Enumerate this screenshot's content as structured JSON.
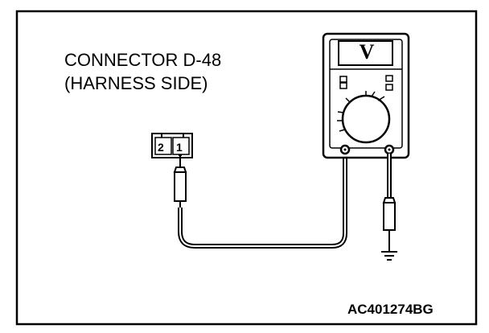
{
  "diagram": {
    "connector_title": "CONNECTOR D-48",
    "connector_subtitle": "(HARNESS SIDE)",
    "figure_code": "AC401274BG",
    "connector_pins": [
      "2",
      "1"
    ],
    "meter_mode": "V"
  }
}
